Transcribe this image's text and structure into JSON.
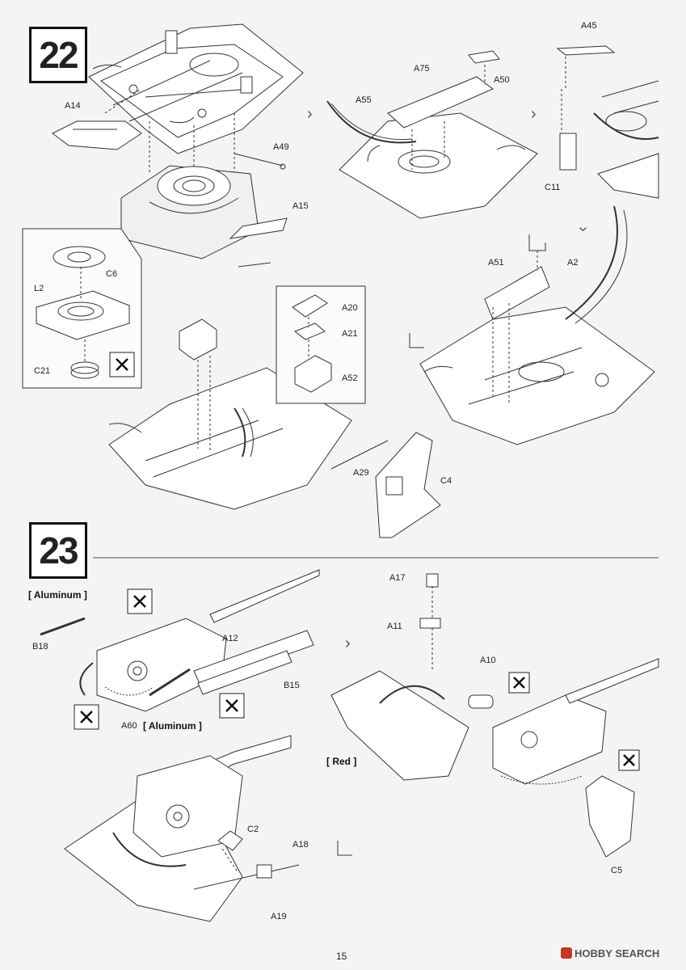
{
  "page": {
    "number": "15"
  },
  "watermark": {
    "text": "HOBBY SEARCH"
  },
  "steps": [
    {
      "number": "22"
    },
    {
      "number": "23"
    }
  ],
  "parts_step22": {
    "a14": "A14",
    "a49": "A49",
    "a15": "A15",
    "c6": "C6",
    "l2": "L2",
    "c21": "C21",
    "a75": "A75",
    "a55": "A55",
    "a50": "A50",
    "a45": "A45",
    "c11": "C11",
    "a51": "A51",
    "a2": "A2",
    "a20": "A20",
    "a21": "A21",
    "a52": "A52",
    "a29": "A29",
    "c4": "C4"
  },
  "parts_step23": {
    "b18": "B18",
    "a12": "A12",
    "b15": "B15",
    "a60": "A60",
    "a17": "A17",
    "a11": "A11",
    "a10": "A10",
    "c2": "C2",
    "a18": "A18",
    "a19": "A19",
    "c5": "C5"
  },
  "notes": {
    "aluminum_top": "[ Aluminum ]",
    "aluminum_bottom": "[ Aluminum ]",
    "red": "[ Red ]"
  },
  "icons": [
    "no-glue-icon",
    "next-arrow-icon",
    "corner-mark-icon"
  ]
}
